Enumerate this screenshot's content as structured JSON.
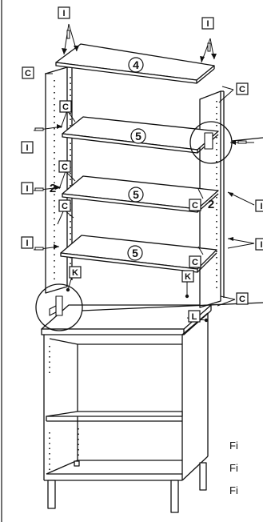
{
  "parts": {
    "top_shelf": "4",
    "shelf": "5",
    "side_panel": "2"
  },
  "fittings": {
    "c": "C",
    "i": "I",
    "k": "K",
    "l": "L"
  },
  "captions": [
    "Fi",
    "Fi",
    "Fi"
  ]
}
